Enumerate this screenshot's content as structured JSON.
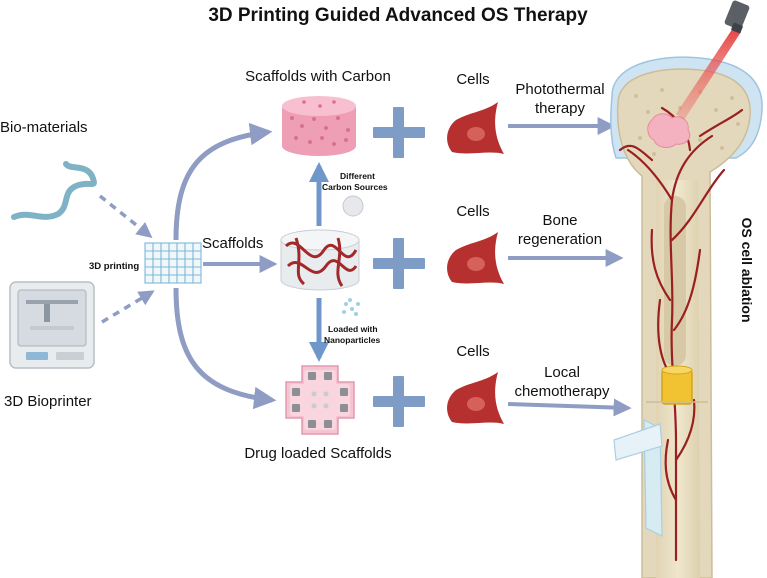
{
  "title": "3D Printing Guided Advanced OS Therapy",
  "labels": {
    "biomaterials": "Bio-materials",
    "bioprinter": "3D Bioprinter",
    "printing": "3D printing",
    "scaffolds": "Scaffolds",
    "scaffolds_carbon": "Scaffolds with Carbon",
    "drug_scaffolds": "Drug loaded Scaffolds",
    "carbon_sources_1": "Different",
    "carbon_sources_2": "Carbon Sources",
    "nanoparticles_1": "Loaded with",
    "nanoparticles_2": "Nanoparticles",
    "cells_top": "Cells",
    "cells_mid": "Cells",
    "cells_bot": "Cells",
    "photo_1": "Photothermal",
    "photo_2": "therapy",
    "bone_1": "Bone",
    "bone_2": "regeneration",
    "chemo_1": "Local",
    "chemo_2": "chemotherapy",
    "ablation": "OS cell ablation"
  },
  "colors": {
    "arrow": "#8f9cc3",
    "plus": "#7f9cc6",
    "cell": "#b5302e",
    "cell_nucleus": "#d6605a",
    "vessel": "#9a1f1f",
    "bone_outer": "#e3d8bc",
    "bone_inner": "#efe6cd",
    "cartilage": "#cfe4f2",
    "tumor": "#f4b2c0",
    "laser": "#e33b3b",
    "drug": "#f1c232"
  }
}
